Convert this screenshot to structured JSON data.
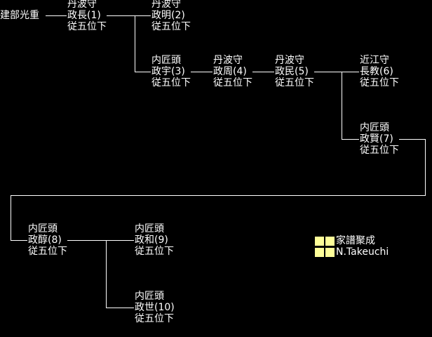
{
  "colors": {
    "background": "#000000",
    "text": "#ffffff",
    "line": "#ffffff",
    "marker": "#ffff99"
  },
  "nodes": {
    "mitsushige": {
      "name": "建部光重"
    },
    "masanaga": {
      "title": "丹波守",
      "name": "政長(1)",
      "rank": "従五位下"
    },
    "masaaki": {
      "title": "丹波守",
      "name": "政明(2)",
      "rank": "従五位下"
    },
    "masaie": {
      "title": "内匠頭",
      "name": "政宇(3)",
      "rank": "従五位下"
    },
    "masachika": {
      "title": "丹波守",
      "name": "政周(4)",
      "rank": "従五位下"
    },
    "masatami": {
      "title": "丹波守",
      "name": "政民(5)",
      "rank": "従五位下"
    },
    "nagahide": {
      "title": "近江守",
      "name": "長教(6)",
      "rank": "従五位下"
    },
    "masakata": {
      "title": "内匠頭",
      "name": "政賢(7)",
      "rank": "従五位下"
    },
    "masaatsu": {
      "title": "内匠頭",
      "name": "政醇(8)",
      "rank": "従五位下"
    },
    "masakazu": {
      "title": "内匠頭",
      "name": "政和(9)",
      "rank": "従五位下"
    },
    "masayo": {
      "title": "内匠頭",
      "name": "政世(10)",
      "rank": "従五位下"
    }
  },
  "credit": {
    "source": "家譜聚成",
    "author": "N.Takeuchi"
  }
}
